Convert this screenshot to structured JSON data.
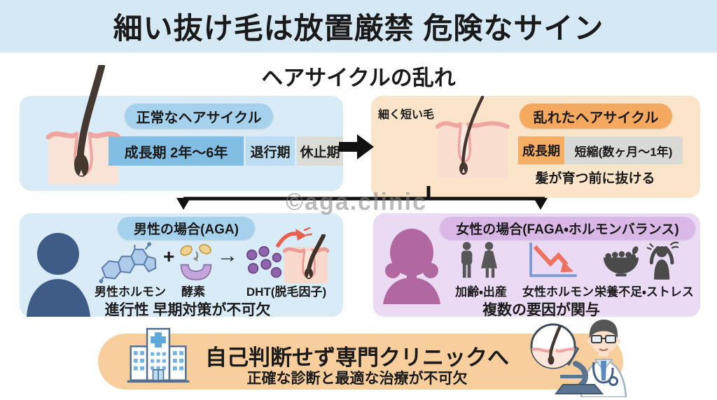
{
  "watermark": "©aga.clinic",
  "header": {
    "title": "細い抜け毛は放置厳禁 危険なサイン",
    "bg": "#D5E9F5"
  },
  "subtitle": "ヘアサイクルの乱れ",
  "normal_cycle": {
    "title": "正常なヘアサイクル",
    "icon": "hair-follicle-icon",
    "phases": [
      {
        "label": "成長期 2年〜6年",
        "color": "#82BEE3"
      },
      {
        "label": "退行期",
        "color": "#BCDDF1"
      },
      {
        "label": "休止期",
        "color": "#DCDCD7"
      }
    ]
  },
  "flow_arrow_icon": "right-arrow-icon",
  "disturbed_cycle": {
    "callout": "細く短い毛",
    "title": "乱れたヘアサイクル",
    "icon": "thin-hair-follicle-icon",
    "phases": [
      {
        "label": "成長期",
        "color": "#F6AD64"
      },
      {
        "label": "短縮(数ヶ月〜1年)",
        "color": "#D9D9D6"
      }
    ],
    "note": "髪が育つ前に抜ける"
  },
  "male_case": {
    "title": "男性の場合(AGA)",
    "silhouette_icon": "male-silhouette-icon",
    "plus": "+",
    "arrow": "→",
    "factors": [
      {
        "label": "男性ホルモン",
        "icon": "hormone-molecule-icon"
      },
      {
        "label": "酵素",
        "icon": "enzyme-icon"
      },
      {
        "label": "DHT(脱毛因子)",
        "icon": "dht-molecules-icon"
      }
    ],
    "warning_icon": "warning-hair-follicle-icon",
    "note": "進行性 早期対策が不可欠"
  },
  "female_case": {
    "title": "女性の場合(FAGA・ホルモンバランス)",
    "silhouette_icon": "female-silhouette-icon",
    "factors": [
      {
        "label": "加齢・出産",
        "icon": "aging-birth-icon"
      },
      {
        "label": "女性ホルモン",
        "icon": "hormone-decline-chart-icon"
      },
      {
        "label": "栄養不足・ストレス",
        "icon": "nutrition-stress-icon"
      }
    ],
    "note": "複数の要因が関与"
  },
  "footer": {
    "icon": "hospital-icon",
    "title": "自己判断せず専門クリニックへ",
    "subtitle": "正確な診断と最適な治療が不可欠",
    "illustration_icons": [
      "hair-follicle-magnifier-icon",
      "microscope-icon",
      "doctor-icon"
    ]
  },
  "colors": {
    "header_bg": "#D5E9F5",
    "blue_box_bg": "#D9EBF7",
    "orange_box_bg": "#FAE5CA",
    "purple_box_bg": "#EBDAF3",
    "blue_pill": "#A6D1ED",
    "orange_pill": "#F5A95F",
    "purple_pill": "#D9B8E8",
    "banner_bg": "#F8CE9D",
    "male_silhouette": "#3E5C86",
    "female_silhouette": "#B1679F",
    "warning_red": "#E8604E"
  }
}
